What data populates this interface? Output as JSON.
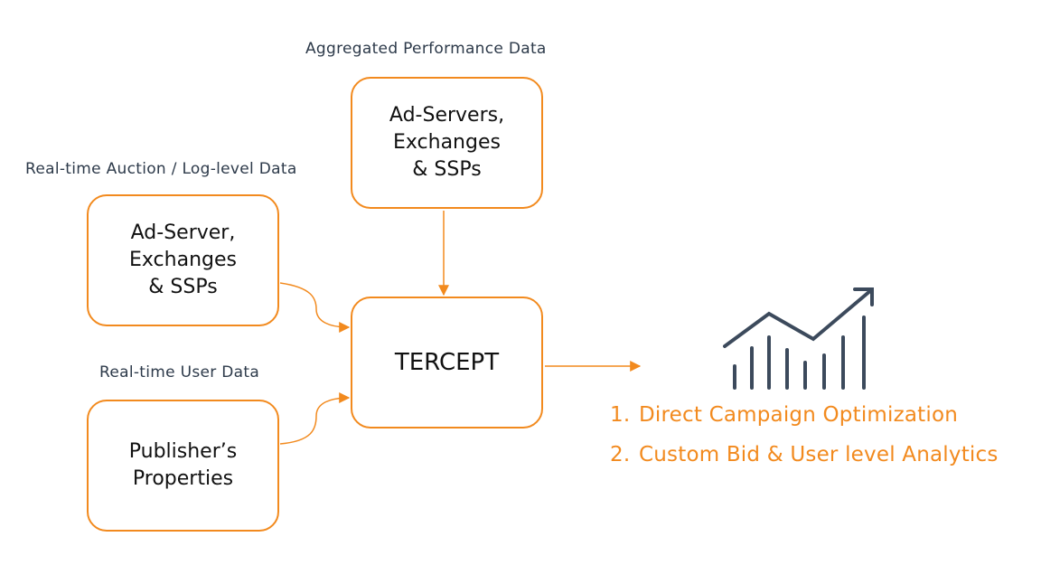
{
  "labels": {
    "aggregated": "Aggregated Performance Data",
    "auction": "Real-time Auction / Log-level Data",
    "user": "Real-time User Data"
  },
  "boxes": {
    "top": "Ad-Servers,\nExchanges\n& SSPs",
    "adserver": "Ad-Server,\nExchanges\n& SSPs",
    "tercept": "TERCEPT",
    "publisher": "Publisher’s\nProperties"
  },
  "outcomes": [
    {
      "num": "1.",
      "text": "Direct Campaign Optimization"
    },
    {
      "num": "2.",
      "text": "Custom Bid & User level Analytics"
    }
  ],
  "colors": {
    "accent": "#f28a1e",
    "icon": "#3c4a5c",
    "label": "#2d3a4a"
  },
  "icons": {
    "growth_chart": "chart-trend-up-icon"
  }
}
